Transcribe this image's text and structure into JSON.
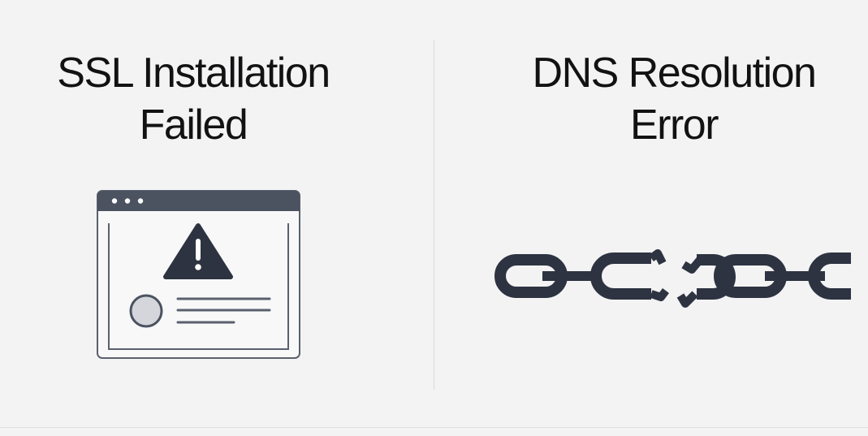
{
  "panels": [
    {
      "title_lines": [
        "SSL Installation",
        "Failed"
      ],
      "illustration": "browser-window-warning-icon"
    },
    {
      "title_lines": [
        "DNS Resolution",
        "Error"
      ],
      "illustration": "broken-chain-icon"
    }
  ],
  "colors": {
    "background": "#f3f3f4",
    "ink": "#2d3340",
    "window_bar": "#4b5260",
    "text": "#121212"
  }
}
